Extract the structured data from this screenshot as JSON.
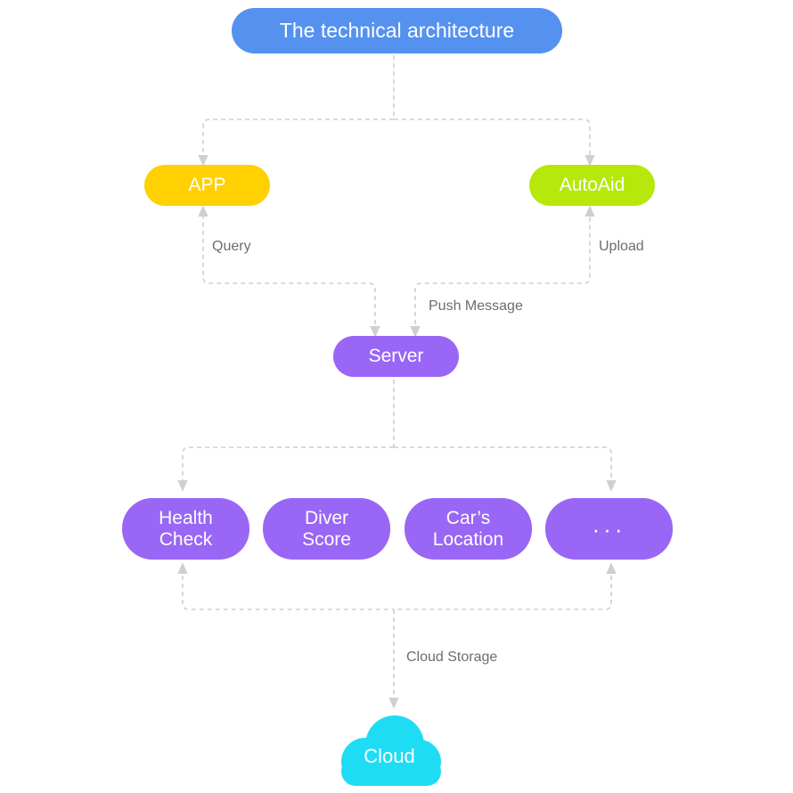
{
  "title": "The technical architecture",
  "nodes": {
    "app": "APP",
    "autoaid": "AutoAid",
    "server": "Server",
    "modules": [
      {
        "line1": "Health",
        "line2": "Check"
      },
      {
        "line1": "Diver",
        "line2": "Score"
      },
      {
        "line1": "Car’s",
        "line2": "Location"
      },
      {
        "line1": "···",
        "line2": ""
      }
    ],
    "cloud": "Cloud"
  },
  "edge_labels": {
    "query": "Query",
    "upload": "Upload",
    "push": "Push Message",
    "cloud_storage": "Cloud Storage"
  },
  "colors": {
    "title": "#5591ef",
    "app": "#ffd100",
    "autoaid": "#b6e80c",
    "server": "#9966f5",
    "modules": "#9966f5",
    "cloud": "#1fdcf5",
    "connector": "#cfcfcf",
    "label": "#6d6d6d"
  }
}
